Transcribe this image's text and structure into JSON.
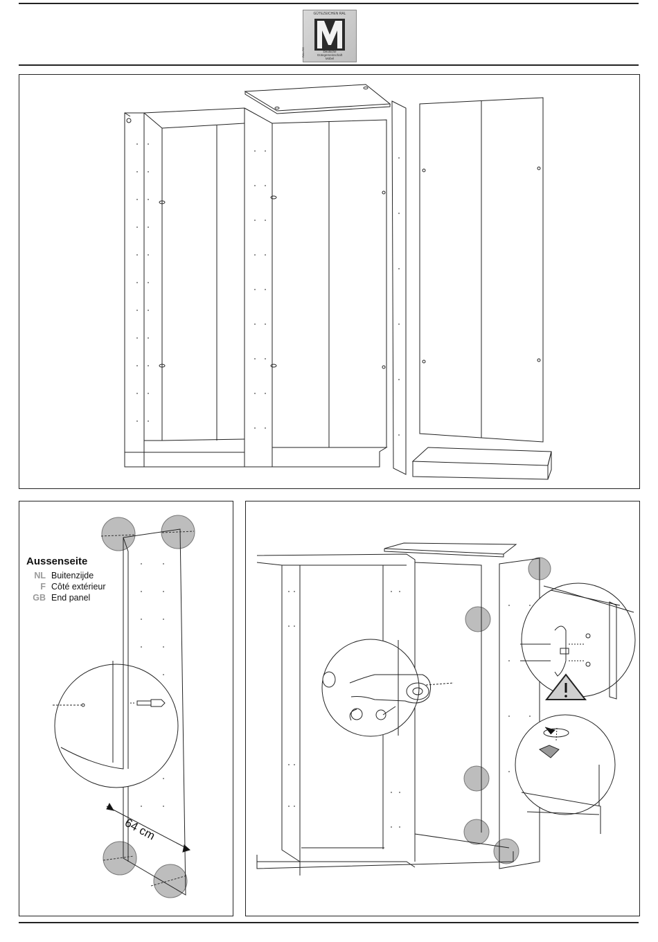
{
  "logo": {
    "top_line": "GÜTEZEICHEN RAL",
    "letter": "M",
    "bottom_line1": "Deutsche",
    "bottom_line2": "Gütegemeinschaft",
    "bottom_line3": "Möbel",
    "side_code": "RAL-RG"
  },
  "instructions": {
    "main_label": "Aussenseite",
    "translations": [
      {
        "code": "NL",
        "text": "Buitenzijde"
      },
      {
        "code": "F",
        "text": "Côté extérieur"
      },
      {
        "code": "GB",
        "text": "End panel"
      }
    ]
  },
  "dimension": {
    "label": "64 cm"
  },
  "colors": {
    "line": "#222222",
    "highlight": "#bdbdbd",
    "warning": "#cfcfcf"
  }
}
